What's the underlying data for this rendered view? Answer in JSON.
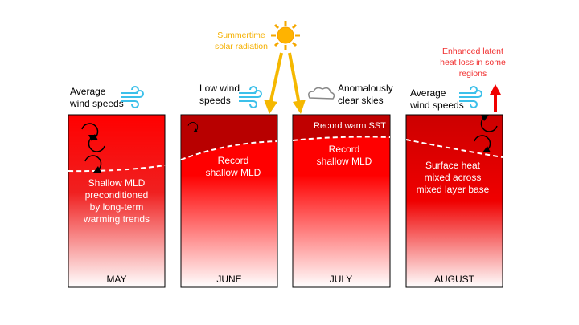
{
  "sun": {
    "label": [
      "Summertime",
      "solar radiation"
    ],
    "color": "#f5b800"
  },
  "heat_loss": {
    "label": [
      "Enhanced latent",
      "heat loss in some",
      "regions"
    ],
    "color": "#f03030"
  },
  "panels": [
    {
      "month": "MAY",
      "above": [
        "Average",
        "wind speeds"
      ],
      "inside": [
        "Shallow MLD",
        "preconditioned",
        "by long-term",
        "warming trends"
      ]
    },
    {
      "month": "JUNE",
      "above": [
        "Low wind",
        "speeds"
      ],
      "inside": [
        "Record",
        "shallow MLD"
      ]
    },
    {
      "month": "JULY",
      "above": [
        "Anomalously",
        "clear skies"
      ],
      "top_note": "Record warm SST",
      "inside": [
        "Record",
        "shallow MLD"
      ]
    },
    {
      "month": "AUGUST",
      "above": [
        "Average",
        "wind speeds"
      ],
      "inside": [
        "Surface heat",
        "mixed across",
        "mixed layer base"
      ]
    }
  ],
  "colors": {
    "red": "#ff0000",
    "dark_red": "#b80000",
    "wind": "#3cc0ea"
  }
}
